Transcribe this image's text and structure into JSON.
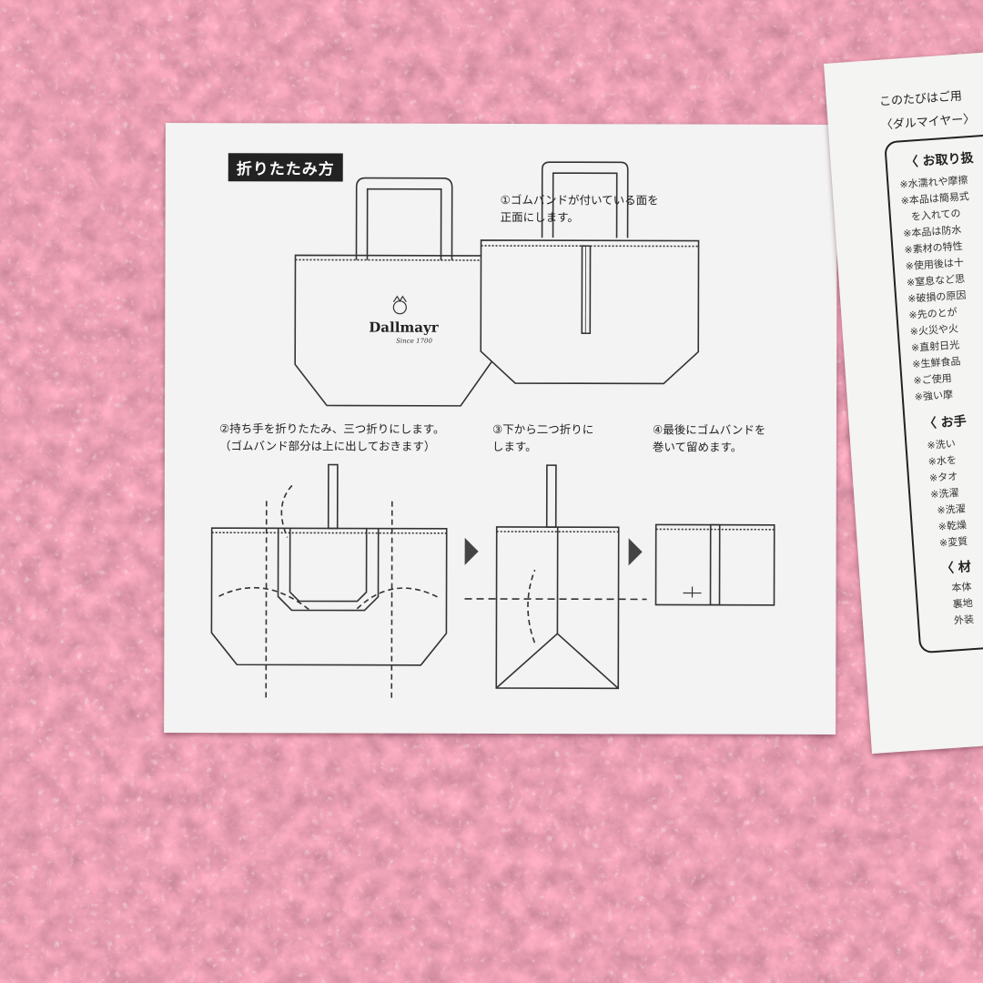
{
  "card": {
    "title": "折りたたみ方",
    "brand": "Dallmayr",
    "since": "Since 1700",
    "step1": "①ゴムバンドが付いている面を\n正面にします。",
    "step2": "②持ち手を折りたたみ、三つ折りにします。\n（ゴムバンド部分は上に出しておきます）",
    "step3": "③下から二つ折りに\nします。",
    "step4": "④最後にゴムバンドを\n巻いて留めます。"
  },
  "sheet": {
    "intro1": "このたびはご用",
    "intro2": "〈ダルマイヤー〉",
    "section1": "〈 お取り扱",
    "items1": [
      "※水濡れや摩擦",
      "※本品は簡易式",
      "を入れての",
      "※本品は防水",
      "※素材の特性",
      "※使用後は十",
      "※窒息など思",
      "※破損の原因",
      "※先のとが",
      "※火災や火",
      "※直射日光",
      "※生鮮食品",
      "※ご使用",
      "※強い摩"
    ],
    "section2": "〈 お手",
    "items2": [
      "※洗い",
      "※水を",
      "※タオ",
      "※洗濯",
      "※洗濯",
      "※乾燥",
      "※変質"
    ],
    "section3": "〈 材",
    "items3": [
      "本体",
      "裏地",
      "外装"
    ]
  },
  "colors": {
    "carpet": "#b0586e",
    "card": "#f3f3f3",
    "ink": "#222222"
  }
}
